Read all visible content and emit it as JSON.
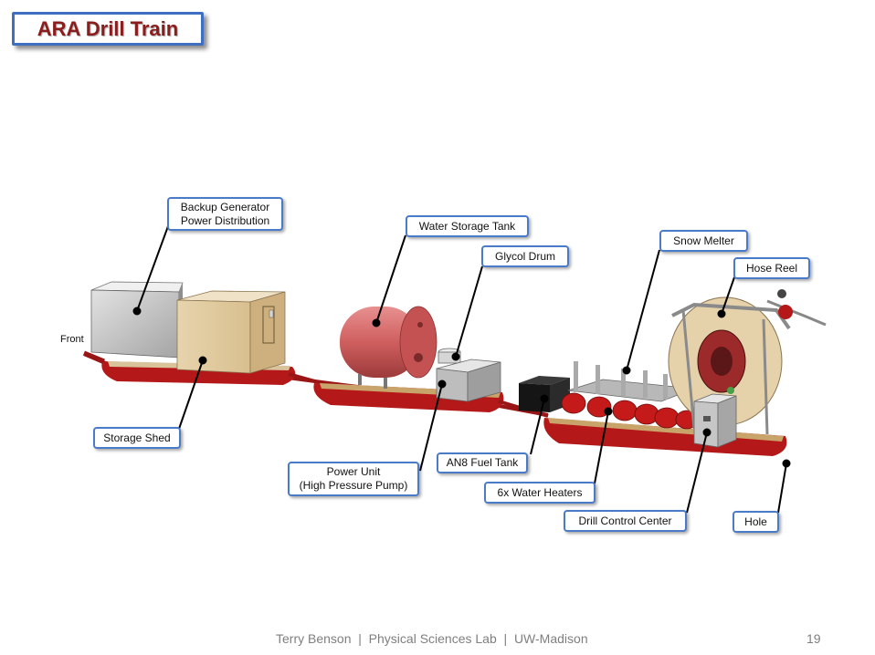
{
  "title": "ARA Drill Train",
  "front_label": "Front",
  "labels": {
    "backup_generator": [
      "Backup Generator",
      "Power Distribution"
    ],
    "storage_shed": "Storage Shed",
    "water_storage_tank": "Water Storage Tank",
    "glycol_drum": "Glycol Drum",
    "power_unit": [
      "Power Unit",
      "(High Pressure Pump)"
    ],
    "an8_fuel_tank": "AN8 Fuel Tank",
    "snow_melter": "Snow Melter",
    "hose_reel": "Hose Reel",
    "water_heaters": "6x Water Heaters",
    "drill_control_center": "Drill Control Center",
    "hole": "Hole"
  },
  "footer": {
    "credit": "Terry Benson  |  Physical Sciences Lab  |  UW-Madison",
    "page_number": "19"
  },
  "colors": {
    "title_text": "#8b1d1d",
    "box_border": "#4a7bc8",
    "sled_red": "#b51818",
    "tank_pink": "#cf5f5f",
    "shed_wood": "#e3cfa6"
  }
}
